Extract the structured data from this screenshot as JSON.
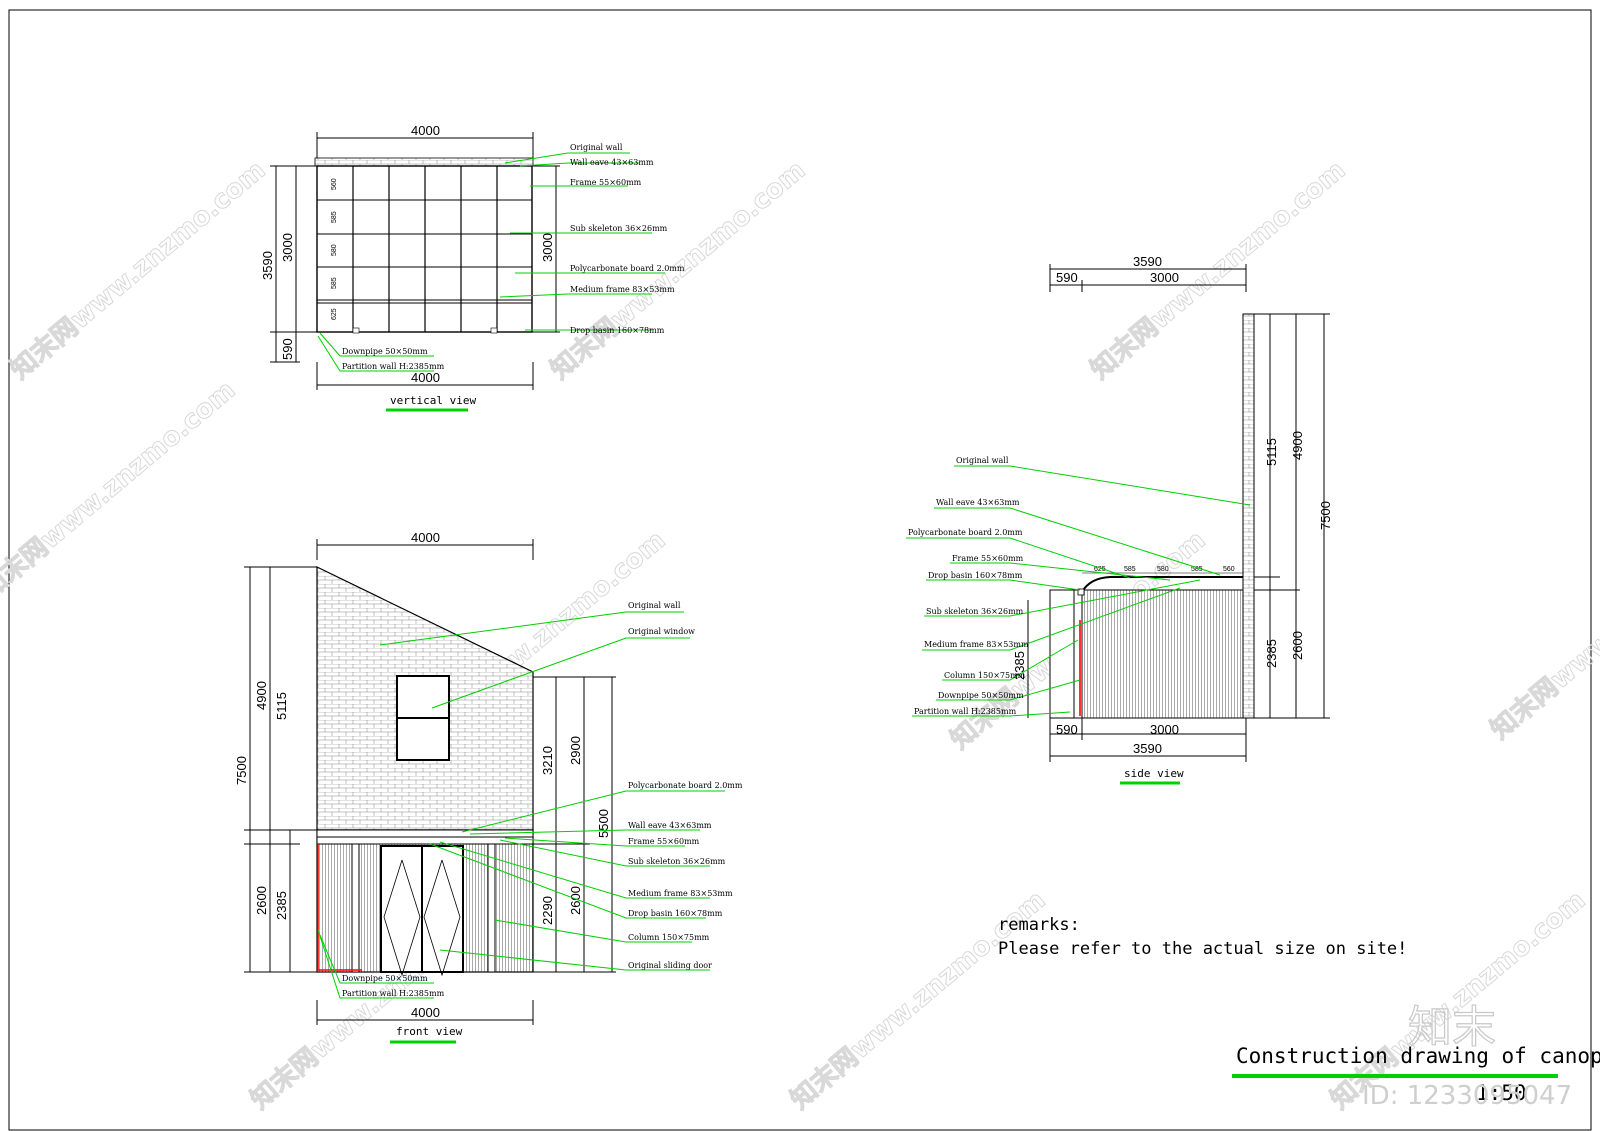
{
  "vertical_view": {
    "caption": "vertical view",
    "dim_top": "4000",
    "dim_bottom": "4000",
    "dim_left_outer": "3590",
    "dim_left_inner": "3000",
    "dim_left_low": "590",
    "dim_right": "3000",
    "spacings": [
      "560",
      "585",
      "580",
      "585",
      "625"
    ],
    "labels": [
      "Original wall",
      "Wall eave 43×63mm",
      "Frame 55×60mm",
      "Sub skeleton 36×26mm",
      "Polycarbonate board 2.0mm",
      "Medium frame 83×53mm",
      "Drop basin 160×78mm"
    ],
    "labels_left": [
      "Downpipe 50×50mm",
      "Partition wall H:2385mm"
    ]
  },
  "front_view": {
    "caption": "front view",
    "dim_top": "4000",
    "dim_bottom": "4000",
    "dim_left": [
      "7500",
      "4900",
      "5115",
      "2600",
      "2385"
    ],
    "dim_right": [
      "3210",
      "2900",
      "5500",
      "2290",
      "2600"
    ],
    "labels": [
      "Original wall",
      "Original window",
      "Polycarbonate board 2.0mm",
      "Wall eave 43×63mm",
      "Frame 55×60mm",
      "Sub skeleton 36×26mm",
      "Medium frame 83×53mm",
      "Drop basin 160×78mm",
      "Column 150×75mm",
      "Original sliding door"
    ],
    "labels_left": [
      "Downpipe 50×50mm",
      "Partition wall H:2385mm"
    ]
  },
  "side_view": {
    "caption": "side view",
    "dim_top_total": "3590",
    "dim_top_a": "590",
    "dim_top_b": "3000",
    "dim_bottom_a": "590",
    "dim_bottom_b": "3000",
    "dim_bottom_total": "3590",
    "dim_right": [
      "5115",
      "4900",
      "7500",
      "2385",
      "2600"
    ],
    "dim_left": "2385",
    "spacings": [
      "625",
      "585",
      "580",
      "585",
      "560"
    ],
    "labels": [
      "Original wall",
      "Wall eave 43×63mm",
      "Polycarbonate board 2.0mm",
      "Frame 55×60mm",
      "Drop basin 160×78mm",
      "Sub skeleton 36×26mm",
      "Medium frame 83×53mm",
      "Column 150×75mm",
      "Downpipe 50×50mm",
      "Partition wall H:2385mm"
    ]
  },
  "remarks": {
    "heading": "remarks:",
    "text": "Please refer to the actual size on site!"
  },
  "title_block": {
    "title": "Construction drawing of canopy",
    "scale": "1:50"
  },
  "watermark": {
    "site": "知末网www.znzmo.com",
    "logo": "知末",
    "id": "ID: 1233095047"
  },
  "colors": {
    "leader": "#00d000",
    "line": "#000000",
    "accent_red": "#ff0000"
  }
}
